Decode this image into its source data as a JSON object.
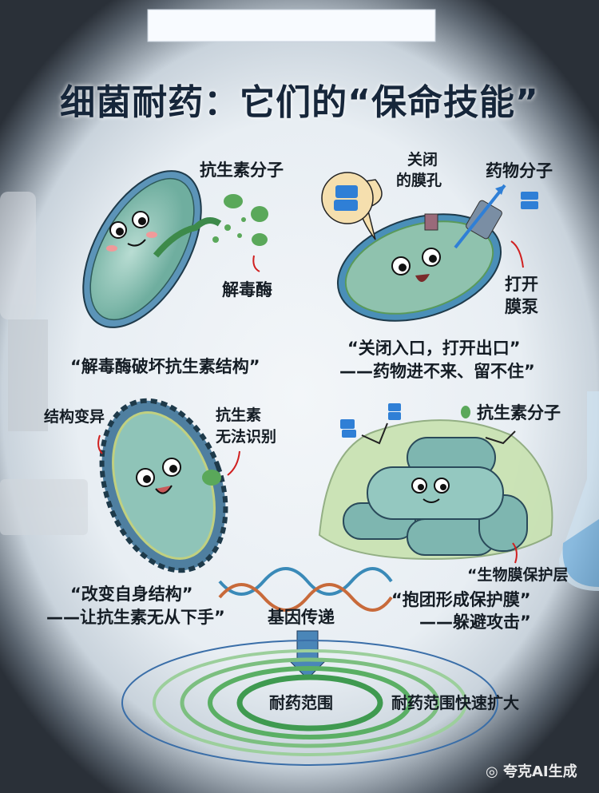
{
  "title": "细菌耐药：它们的“保命技能”",
  "panel1": {
    "label_antibiotic": "抗生素分子",
    "label_enzyme": "解毒酶",
    "caption": "“解毒酶破坏抗生素结构”"
  },
  "panel2": {
    "label_closed_1": "关闭",
    "label_closed_2": "的膜孔",
    "label_drug": "药物分子",
    "label_pump_1": "打开",
    "label_pump_2": "膜泵",
    "caption_1": "“关闭入口，打开出口”",
    "caption_2": "——药物进不来、留不住”"
  },
  "panel3": {
    "label_mutation": "结构变异",
    "label_unrecognized_1": "抗生素",
    "label_unrecognized_2": "无法识别",
    "caption_1": "“改变自身结构”",
    "caption_2": "——让抗生素无从下手”"
  },
  "panel4": {
    "label_antibiotic": "抗生素分子",
    "label_biofilm": "“生物膜保护层",
    "caption_1": "“抱团形成保护膜”",
    "caption_2": "——躲避攻击”"
  },
  "gene": {
    "label": "基因传递",
    "range_label": "耐药范围",
    "expand_label": "耐药范围快速扩大"
  },
  "watermark": "夸克AI生成",
  "colors": {
    "bacteria": "#8cc4b8",
    "membrane": "#4a8fb8",
    "molecule_green": "#5aa85a",
    "molecule_blue": "#2f7fd6",
    "ring_green": "#4fa860"
  }
}
